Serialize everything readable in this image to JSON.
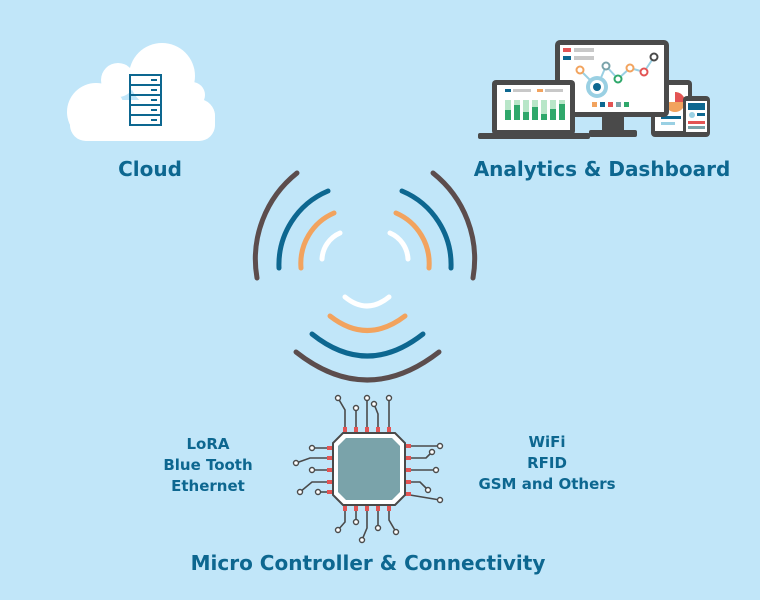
{
  "cloud": {
    "label": "Cloud"
  },
  "analytics": {
    "label": "Analytics & Dashboard"
  },
  "microcontroller": {
    "label": "Micro Controller & Connectivity"
  },
  "protocols_left": [
    "LoRA",
    "Blue Tooth",
    "Ethernet"
  ],
  "protocols_right": [
    "WiFi",
    "RFID",
    "GSM and Others"
  ],
  "colors": {
    "background": "#c1e6f9",
    "label_text": "#0d6790",
    "wave_outer": "#5c4d4d",
    "wave_blue": "#0d6790",
    "wave_orange": "#f2a35e",
    "wave_inner": "#ffffff",
    "chip_body": "#7aa3aa",
    "chip_pins": "#e35454",
    "traces": "#4a4a4a"
  },
  "icons": {
    "cloud": "cloud-server-icon",
    "dashboard": "devices-dashboard-icon",
    "chip": "microcontroller-chip-icon",
    "signal": "wireless-signal-icon"
  }
}
